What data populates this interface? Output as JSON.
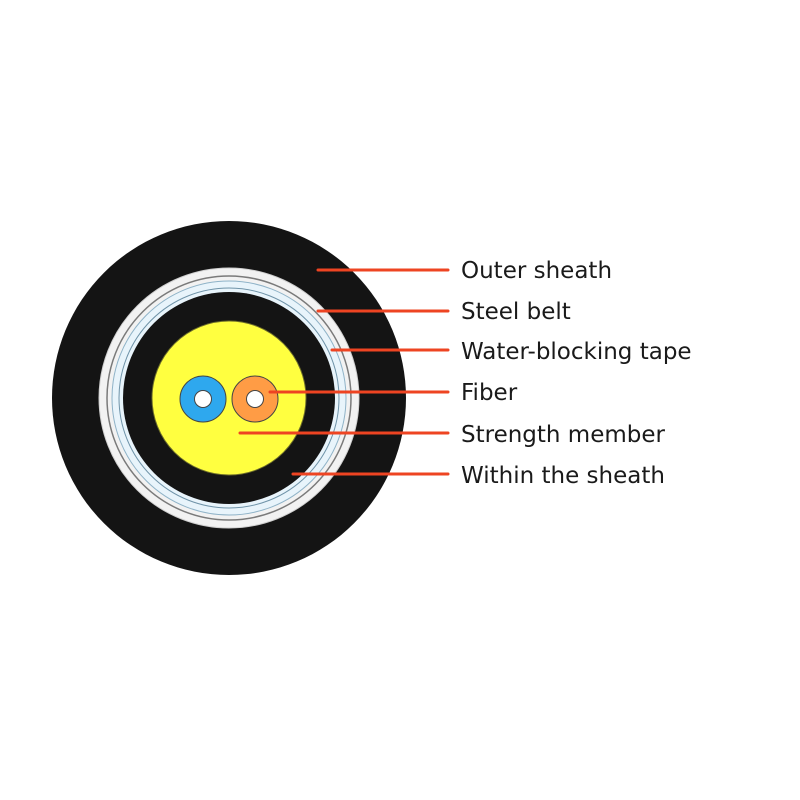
{
  "labels": {
    "outer_sheath": "Outer sheath",
    "steel_belt": "Steel belt",
    "water_blocking_tape": "Water-blocking tape",
    "fiber": "Fiber",
    "strength_member": "Strength member",
    "within_sheath": "Within the sheath"
  },
  "colors": {
    "outer_sheath": "#141414",
    "steel_belt": "#f2f2f2",
    "water_blocking_tape": "#e8f4fb",
    "inner_sheath": "#141414",
    "strength_member": "#ffff40",
    "fiber_blue": "#2ea8ee",
    "fiber_orange": "#ff9c45",
    "leader_line": "#ee4422",
    "text": "#1a1a1a"
  }
}
